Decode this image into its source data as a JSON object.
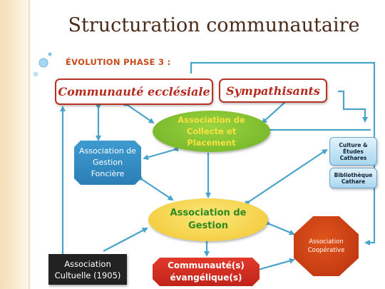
{
  "title": "Structuration communautaire",
  "subtitle": "ÉVOLUTION PHASE 3 :",
  "nodes": {
    "communaute_ecclesiale": "Communauté ecclésiale",
    "sympathisants": "Sympathisants",
    "collecte": "Association de Collecte et Placement",
    "gestion_fonciere": "Association de Gestion Foncière",
    "culture": "Culture & Études Cathares",
    "bibliotheque": "Bibliothèque Cathare",
    "gestion": "Association de Gestion",
    "cooperative": "Association Coopérative",
    "cultuelle": "Association Cultuelle (1905)",
    "evangelique": "Communauté(s) évangélique(s)"
  },
  "colors": {
    "arrow": "#4aa3c8",
    "collecte_fill": "#7cbf2a",
    "collecte_text": "#f7e240",
    "gestion_fill": "#f6d54a",
    "gestion_text": "#2f8a22"
  }
}
